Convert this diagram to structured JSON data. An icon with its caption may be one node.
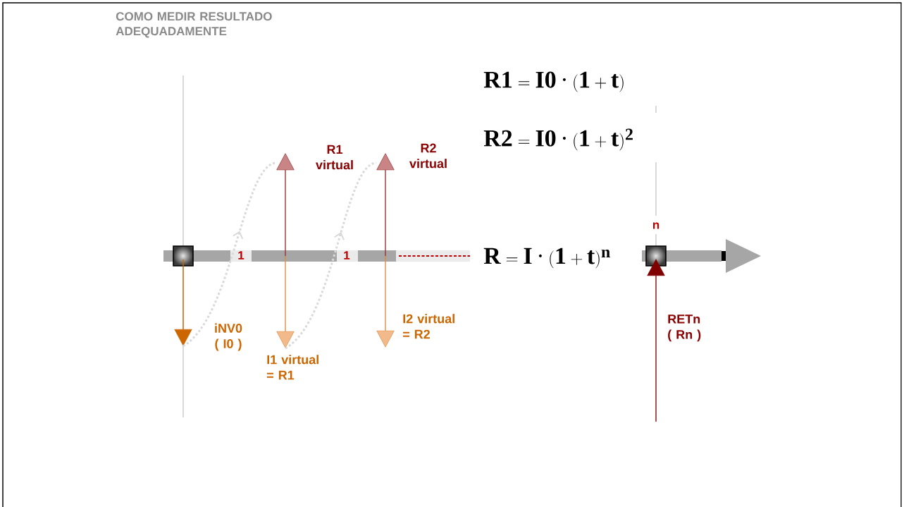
{
  "diagram": {
    "title": "COMO MEDIR RESULTADO ADEQUADAMENTE",
    "nodes": [
      {
        "text": [],
        "shape": "box"
      },
      {
        "text": [],
        "shape": "box"
      },
      {
        "text": [],
        "shape": "arrow",
        "beside": [
          "iNV0 ( I0 )"
        ]
      },
      {
        "text": [],
        "shape": "arrow",
        "beside": [
          "R1 virtual"
        ]
      },
      {
        "text": [],
        "shape": "arrow",
        "beside": [
          "I1 virtual = R1"
        ]
      },
      {
        "text": [],
        "shape": "arrow",
        "beside": [
          "R2 virtual"
        ]
      },
      {
        "text": [],
        "shape": "arrow",
        "beside": [
          "I2 virtual = R2"
        ]
      },
      {
        "text": [],
        "shape": "arrow",
        "beside": [
          "RETn ( Rn )"
        ]
      }
    ],
    "edges": [
      {
        "from": 2,
        "to": 3,
        "arrow": "to",
        "style": "dashed",
        "color": "#d9d9d9"
      },
      {
        "from": 4,
        "to": 5,
        "arrow": "to",
        "style": "dashed",
        "color": "#d9d9d9"
      }
    ],
    "labels": [
      "\\mathbf{R1} = \\mathbf{I0} \\mathbin{\\mathbf{·}} (\\mathbf{1} + \\mathbf{t})",
      "\\mathbf{R2} = \\mathbf{I0} \\mathbin{\\mathbf{·}} (\\mathbf{1} + \\mathbf{t})^{\\mathbf{2}}",
      "n",
      "1",
      "1",
      "\\mathbf{R} = \\mathbf{I} \\mathbin{\\mathbf{·}} (\\mathbf{1} + \\mathbf{t})^{\\mathbf{n}}"
    ]
  }
}
